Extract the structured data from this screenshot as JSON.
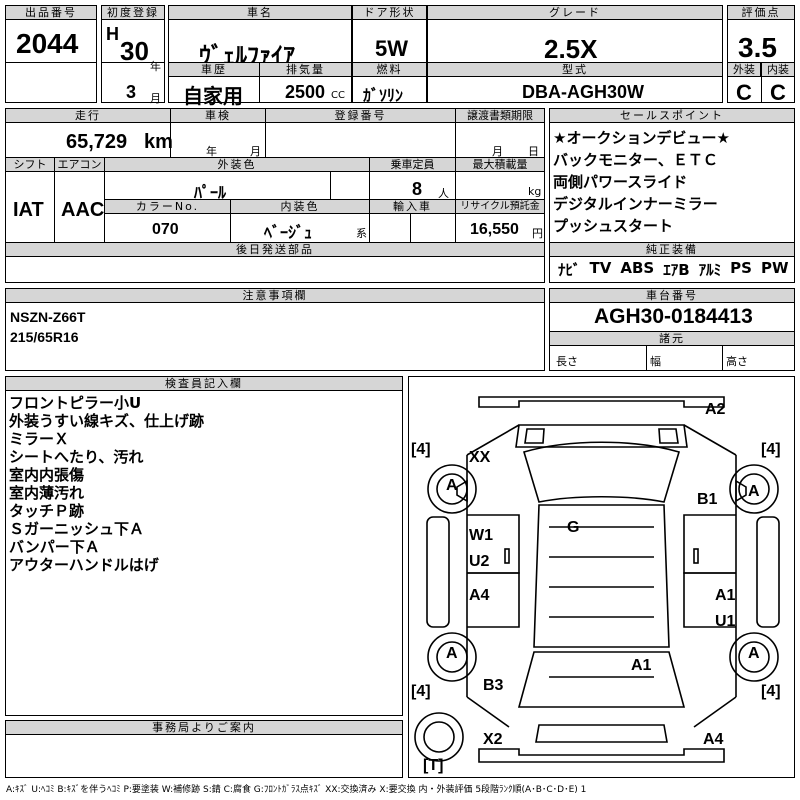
{
  "header": {
    "lot_label": "出品番号",
    "lot_number": "2044",
    "first_reg_label": "初度登録",
    "era_letter": "H",
    "reg_year": "30",
    "year_unit": "年",
    "reg_month": "3",
    "month_unit": "月",
    "name_label": "車名",
    "car_name": "ｳﾞｪﾙﾌｧｲｱ",
    "history_label": "車歴",
    "history": "自家用",
    "displacement_label": "排気量",
    "displacement": "2500",
    "cc_unit": "CC",
    "doors_label": "ドア形状",
    "doors": "5W",
    "fuel_label": "燃料",
    "fuel": "ｶﾞｿﾘﾝ",
    "grade_label": "グレード",
    "grade": "2.5X",
    "model_label": "型式",
    "model": "DBA-AGH30W",
    "score_label": "評価点",
    "score": "3.5",
    "exterior_label": "外装",
    "exterior_grade": "C",
    "interior_label": "内装",
    "interior_grade": "C"
  },
  "details": {
    "mileage_label": "走行",
    "mileage": "65,729",
    "mileage_unit": "km",
    "inspection_label": "車検",
    "year_unit": "年",
    "month_unit": "月",
    "reg_no_label": "登録番号",
    "transfer_label": "譲渡書類期限",
    "transfer_month": "月",
    "transfer_day": "日",
    "shift_label": "シフト",
    "shift": "IAT",
    "ac_label": "エアコン",
    "ac": "AAC",
    "color_label": "外装色",
    "color": "ﾊﾟｰﾙ",
    "capacity_label": "乗車定員",
    "capacity": "8",
    "capacity_unit": "人",
    "load_label": "最大積載量",
    "load_unit": "kg",
    "color_no_label": "カラーNo.",
    "color_no": "070",
    "interior_color_label": "内装色",
    "interior_color": "ﾍﾞｰｼﾞｭ",
    "interior_color_suffix": "系",
    "import_label": "輸入車",
    "recycle_label": "リサイクル預託金",
    "recycle": "16,550",
    "recycle_unit": "円",
    "later_parts_label": "後日発送部品"
  },
  "sales": {
    "label": "セールスポイント",
    "points": [
      "★オークションデビュー★",
      "バックモニター、ＥＴＣ",
      "両側パワースライド",
      "デジタルインナーミラー",
      "プッシュスタート"
    ]
  },
  "equipment": {
    "label": "純正装備",
    "items": [
      "ﾅﾋﾞ",
      "TV",
      "ABS",
      "ｴｱB",
      "ｱﾙﾐ",
      "PS",
      "PW"
    ]
  },
  "caution": {
    "label": "注意事項欄",
    "lines": [
      "NSZN-Z66T",
      "215/65R16"
    ]
  },
  "chassis": {
    "label": "車台番号",
    "number": "AGH30-0184413",
    "dims_label": "諸元",
    "length_label": "長さ",
    "width_label": "幅",
    "height_label": "高さ"
  },
  "inspector": {
    "label": "検査員記入欄",
    "lines": [
      "フロントピラー小U",
      "外装うすい線キズ、仕上げ跡",
      "ミラーＸ",
      "シートへたり、汚れ",
      "室内内張傷",
      "室内薄汚れ",
      "タッチＰ跡",
      "Ｓガーニッシュ下Ａ",
      "バンパー下Ａ",
      "アウターハンドルはげ"
    ]
  },
  "office": {
    "label": "事務局よりご案内"
  },
  "diagram": {
    "marks": {
      "a2": "A2",
      "xx": "XX",
      "b1": "B1",
      "w1": "W1",
      "u2": "U2",
      "g": "G",
      "a4_left": "A4",
      "a1_right": "A1",
      "u1": "U1",
      "a1_rear": "A1",
      "b3": "B3",
      "x2": "X2",
      "a4_rear": "A4",
      "tire_rf": "A",
      "tire_lf": "A",
      "tire_rr": "A",
      "tire_lr": "A"
    },
    "tread": {
      "fl": "4",
      "fr": "4",
      "rl": "4",
      "rr": "4",
      "spare": "T"
    }
  },
  "legend": "A:ｷｽﾞ U:ﾍｺﾐ B:ｷｽﾞを伴うﾍｺﾐ P:要塗装 W:補修跡 S:錆 C:腐食 G:ﾌﾛﾝﾄｶﾞﾗｽ点ｷｽﾞ XX:交換済み X:要交換 内・外装評価 5段階ﾗﾝｸ順(A･B･C･D･E) 1"
}
